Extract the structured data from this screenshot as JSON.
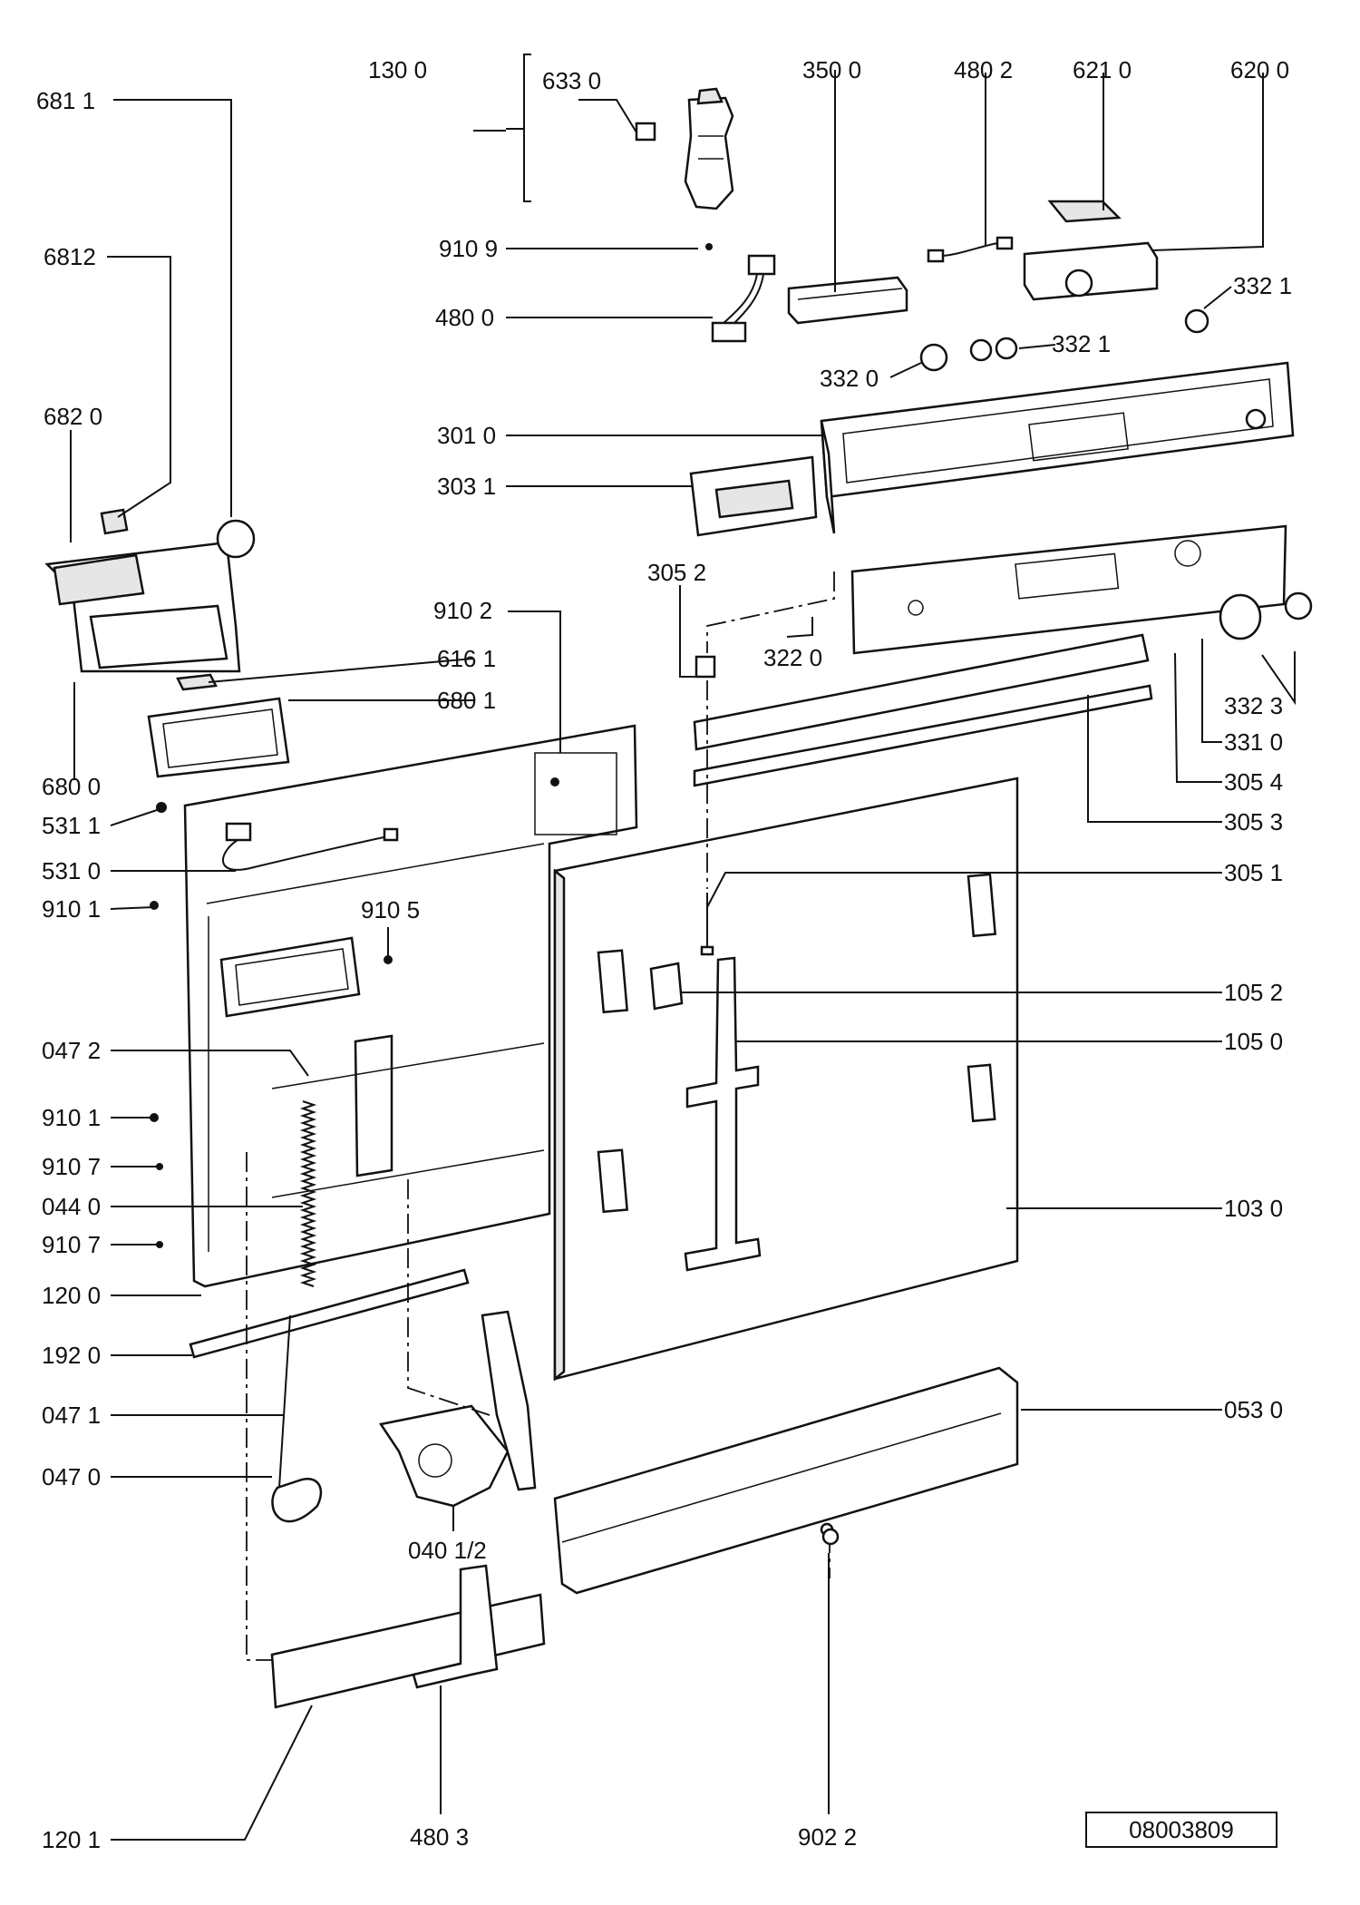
{
  "drawing_number": "08003809",
  "callouts": [
    {
      "id": "c-6811",
      "label": "681 1"
    },
    {
      "id": "c-6812",
      "label": "6812"
    },
    {
      "id": "c-6820",
      "label": "682 0"
    },
    {
      "id": "c-1300",
      "label": "130 0"
    },
    {
      "id": "c-6330",
      "label": "633 0"
    },
    {
      "id": "c-9109",
      "label": "910 9"
    },
    {
      "id": "c-4800",
      "label": "480 0"
    },
    {
      "id": "c-3500",
      "label": "350 0"
    },
    {
      "id": "c-4802",
      "label": "480 2"
    },
    {
      "id": "c-6210",
      "label": "621 0"
    },
    {
      "id": "c-6200",
      "label": "620 0"
    },
    {
      "id": "c-3321a",
      "label": "332 1"
    },
    {
      "id": "c-3321b",
      "label": "332 1"
    },
    {
      "id": "c-3320",
      "label": "332 0"
    },
    {
      "id": "c-3010",
      "label": "301 0"
    },
    {
      "id": "c-3031",
      "label": "303 1"
    },
    {
      "id": "c-3052",
      "label": "305 2"
    },
    {
      "id": "c-3220",
      "label": "322 0"
    },
    {
      "id": "c-9102",
      "label": "910 2"
    },
    {
      "id": "c-6161",
      "label": "616 1"
    },
    {
      "id": "c-6801",
      "label": "680 1"
    },
    {
      "id": "c-6800",
      "label": "680 0"
    },
    {
      "id": "c-3323",
      "label": "332 3"
    },
    {
      "id": "c-3310",
      "label": "331 0"
    },
    {
      "id": "c-3054",
      "label": "305 4"
    },
    {
      "id": "c-3053",
      "label": "305 3"
    },
    {
      "id": "c-5311",
      "label": "531 1"
    },
    {
      "id": "c-5310",
      "label": "531 0"
    },
    {
      "id": "c-3051",
      "label": "305 1"
    },
    {
      "id": "c-9101a",
      "label": "910 1"
    },
    {
      "id": "c-9105",
      "label": "910 5"
    },
    {
      "id": "c-1052",
      "label": "105 2"
    },
    {
      "id": "c-1050",
      "label": "105 0"
    },
    {
      "id": "c-0472",
      "label": "047 2"
    },
    {
      "id": "c-9101b",
      "label": "910 1"
    },
    {
      "id": "c-9107a",
      "label": "910 7"
    },
    {
      "id": "c-0440",
      "label": "044 0"
    },
    {
      "id": "c-1030",
      "label": "103 0"
    },
    {
      "id": "c-9107b",
      "label": "910 7"
    },
    {
      "id": "c-1200",
      "label": "120 0"
    },
    {
      "id": "c-1920",
      "label": "192 0"
    },
    {
      "id": "c-0530",
      "label": "053 0"
    },
    {
      "id": "c-0471",
      "label": "047 1"
    },
    {
      "id": "c-0470",
      "label": "047 0"
    },
    {
      "id": "c-04012",
      "label": "040 1/2"
    },
    {
      "id": "c-1201",
      "label": "120 1"
    },
    {
      "id": "c-4803",
      "label": "480 3"
    },
    {
      "id": "c-9022",
      "label": "902 2"
    }
  ]
}
